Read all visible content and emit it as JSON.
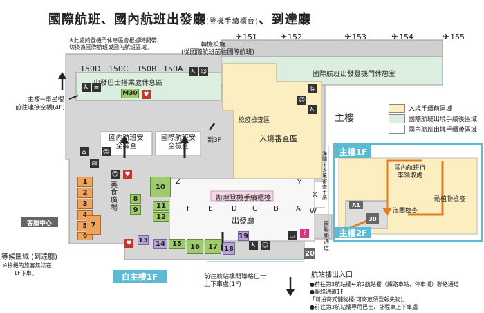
{
  "title": {
    "main": "國際航班、國內航班出發廳",
    "small": "(登機手續櫃台)",
    "suffix": "、到達廳"
  },
  "top_note": [
    "※此處的登機門休息區會根據時間帶，",
    "切換為國際航班或國內航班區域。"
  ],
  "gates_top": [
    "151",
    "152",
    "153",
    "154",
    "155"
  ],
  "gates_left": [
    "150D",
    "150C",
    "150B",
    "150A"
  ],
  "areas": {
    "bus_lounge": "出發巴士搭乘處休息區",
    "intl_lounge": "國際航班出發登機門休憩室",
    "transfer_counter": "轉機設施",
    "transfer_counter_sub": "(從國際航班前往國際航班)",
    "security_inspection": "檢疫檢查區",
    "immigration": "入境審查區",
    "domestic_security": "國內航班安全檢查",
    "intl_security": "國際航班安全檢查",
    "food_court": "美食廣場",
    "checkin_counter": "辦理登機手續櫃檯",
    "departure_hall": "出發廳",
    "main_building": "主樓",
    "to_3f": "到3F",
    "m30": "M30",
    "customer_center": "客服中心",
    "waiting_area": "等候區域 (到達廳)",
    "waiting_note": [
      "※接機的旅客無法在",
      "1F下車。"
    ],
    "station_gate": "航站樓出入口",
    "bus_stop": [
      "前往航站樓間聯絡巴士",
      "上下車處(1F)"
    ],
    "left_route": [
      "主樓←衛星樓",
      "前往連接空橋(4F)"
    ],
    "connection_passage": [
      "南",
      "聯",
      "絡",
      "通",
      "道"
    ],
    "connection_label": [
      "海",
      "關",
      "・",
      "入",
      "境",
      "審",
      "查",
      "手",
      "續"
    ]
  },
  "counters_left": [
    "1",
    "2",
    "3",
    "4",
    "5",
    "6",
    "7"
  ],
  "counters_green": [
    "8",
    "9",
    "10",
    "11",
    "12"
  ],
  "counters_row": [
    "13",
    "14",
    "15",
    "16",
    "17",
    "18",
    "19",
    "20"
  ],
  "counter_letters": [
    "Z",
    "F",
    "E",
    "D",
    "C",
    "B",
    "A",
    "Y",
    "X",
    "W"
  ],
  "legend": {
    "items": [
      {
        "label": "入境手續前區域",
        "color": "#fbefc2"
      },
      {
        "label": "國際航班出境手續後區域",
        "color": "#dbeee0"
      },
      {
        "label": "國內航班出境手續後區域",
        "color": "#ffffff"
      }
    ]
  },
  "inset": {
    "title": "主樓1F",
    "baggage_office": "國內航班行李領取處",
    "animal_quarantine": "動植物檢疫",
    "customs": "海關檢查",
    "a1": "A1",
    "n30": "30",
    "to_2f": "主樓2F"
  },
  "from_1f": "自主樓1F",
  "bullets": [
    "●前往第3航站樓↔第2航站樓（鐵路車站、停車場）聯絡通道",
    "●聯絡通道1F",
    "「可投寄式儲物櫃(可寄放須登報失物)」",
    "●前往第3航站樓專用巴士、計程車上下車處"
  ]
}
